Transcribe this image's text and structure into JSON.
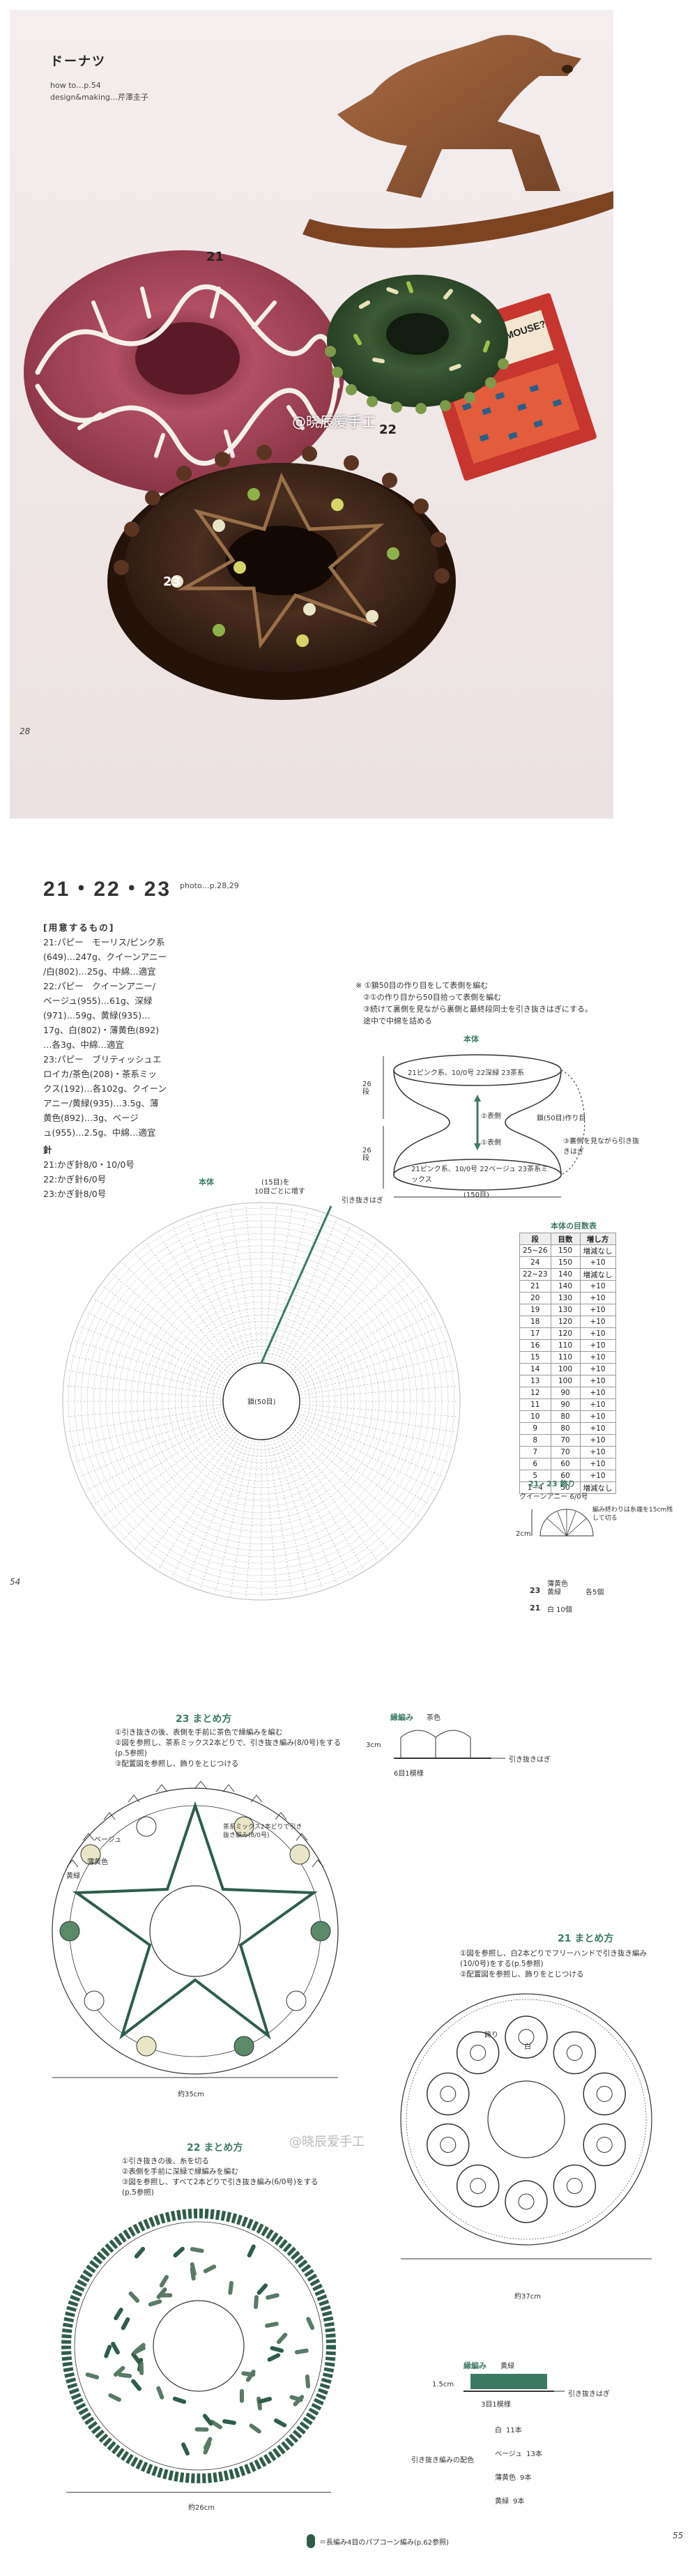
{
  "page1": {
    "title": "ドーナツ",
    "howto": "how to…p.54",
    "credit": "design&making…芹澤圭子",
    "labels": [
      "21",
      "22",
      "23"
    ],
    "watermark": "@晓辰爱手工",
    "page_number": "28",
    "book_title": "WHERE'S THE MOUSE?"
  },
  "page2": {
    "header": "21・22・23",
    "photo_ref": "photo…p.28,29",
    "materials_heading": "[用意するもの]",
    "materials": [
      "21:パピー　モーリス/ピンク系",
      "(649)…247g、クイーンアニー",
      "/白(802)…25g、中綿…適宜",
      "22:パピー　クイーンアニー/",
      "ベージュ(955)…61g、深緑",
      "(971)…59g、黄緑(935)…",
      "17g、白(802)・薄黄色(892)",
      "…各3g、中綿…適宜",
      "23:パピー　ブリティッシュエ",
      "ロイカ/茶色(208)・茶系ミッ",
      "クス(192)…各102g、クイーン",
      "アニー/黄緑(935)…3.5g、薄",
      "黄色(892)…3g、ベージ",
      "ュ(955)…2.5g、中綿…適宜"
    ],
    "needle_heading": "針",
    "needles": [
      "21:かぎ針8/0・10/0号",
      "22:かぎ針6/0号",
      "23:かぎ針8/0号"
    ],
    "notes": [
      "※ ①鎖50目の作り目をして表側を編む",
      "　②①の作り目から50目拾って表側を編む",
      "　③続けて裏側を見ながら裏側と最終段同士を引き抜きはぎにする。",
      "　途中で中綿を詰める"
    ],
    "body_label": "本体",
    "cross_section": {
      "top_label": "21ピンク系、10/0号 22深緑 23茶系",
      "bottom_label": "21ピンク系、10/0号 22ベージュ 23茶系ミックス",
      "side_top": "26段",
      "side_bottom": "26段",
      "outer": "(150目)",
      "front": "②表側",
      "back": "①表側",
      "chain": "鎖(50目)作り目",
      "join": "③裏側を見ながら引き抜きはぎ"
    },
    "chart_label": "本体",
    "chart_top_note_1": "(15目)を",
    "chart_top_note_2": "10目ごとに増す",
    "chart_join": "引き抜きはぎ",
    "chart_center": "鎖(50目)",
    "page_number": "54",
    "count_table": {
      "title": "本体の目数表",
      "headers": [
        "段",
        "目数",
        "増し方"
      ],
      "rows": [
        [
          "25~26",
          "150",
          "増減なし"
        ],
        [
          "24",
          "150",
          "+10"
        ],
        [
          "22~23",
          "140",
          "増減なし"
        ],
        [
          "21",
          "140",
          "+10"
        ],
        [
          "20",
          "130",
          "+10"
        ],
        [
          "19",
          "130",
          "+10"
        ],
        [
          "18",
          "120",
          "+10"
        ],
        [
          "17",
          "120",
          "+10"
        ],
        [
          "16",
          "110",
          "+10"
        ],
        [
          "15",
          "110",
          "+10"
        ],
        [
          "14",
          "100",
          "+10"
        ],
        [
          "13",
          "100",
          "+10"
        ],
        [
          "12",
          "90",
          "+10"
        ],
        [
          "11",
          "90",
          "+10"
        ],
        [
          "10",
          "80",
          "+10"
        ],
        [
          "9",
          "80",
          "+10"
        ],
        [
          "8",
          "70",
          "+10"
        ],
        [
          "7",
          "70",
          "+10"
        ],
        [
          "6",
          "60",
          "+10"
        ],
        [
          "5",
          "60",
          "+10"
        ],
        [
          "1~4",
          "50",
          "増減なし"
        ]
      ]
    },
    "deco": {
      "title": "21・23 飾り",
      "sub": "クイーンアニー 6/0号",
      "note": "編み終わりは糸端を15cm残して切る",
      "size": "2cm",
      "row23": "23",
      "row23_colors": "薄黄色 黄緑",
      "row23_count": "各5個",
      "row21": "21",
      "row21_text": "白 10個"
    }
  },
  "page3": {
    "title23": "23 まとめ方",
    "steps23": [
      "①引き抜きの後、表側を手前に茶色で縁編みを編む",
      "②図を参照し、茶系ミックス2本どりで、引き抜き編み(8/0号)をする",
      "(p.5参照)",
      "③配置図を参照し、飾りをとじつける"
    ],
    "edge_title": "縁編み",
    "edge_color": "茶色",
    "edge_height": "3cm",
    "edge_repeat": "6目1模様",
    "edge_join": "引き抜きはぎ",
    "labels23": [
      "ベージュ",
      "薄黄色",
      "黄緑",
      "茶系ミックス2本どりで引き抜き編み(8/0号)"
    ],
    "dim23": "約35cm",
    "title21": "21 まとめ方",
    "steps21": [
      "①図を参照し、白2本どりでフリーハンドで引き抜き編み",
      "(10/0号)をする(p.5参照)",
      "②配置図を参照し、飾りをとじつける"
    ],
    "labels21": [
      "飾り",
      "白"
    ],
    "dim21": "約37cm",
    "watermark": "@晓辰爱手工",
    "title22": "22 まとめ方",
    "steps22": [
      "①引き抜きの後、糸を切る",
      "②表側を手前に深緑で縁編みを編む",
      "③図を参照し、すべて2本どりで引き抜き編み(6/0号)をする",
      "(p.5参照)"
    ],
    "dim22": "約26cm",
    "legend22": "＝長編み4目のパプコーン編み(p.62参照)",
    "edge22_title": "縁編み",
    "edge22_color": "黄緑",
    "edge22_height": "1.5cm",
    "edge22_repeat": "3目1模様",
    "edge22_join": "引き抜きはぎ",
    "edge22_legend_title": "引き抜き編みの配色",
    "edge22_items": [
      [
        "白",
        "11本"
      ],
      [
        "ベージュ",
        "13本"
      ],
      [
        "薄黄色",
        "9本"
      ],
      [
        "黄緑",
        "9本"
      ]
    ],
    "page_number": "55"
  },
  "colors": {
    "pink_donut": "#a8455a",
    "green_donut": "#2f4a2c",
    "brown_donut": "#3a2418",
    "accent_teal": "#3d7a63",
    "dark_green": "#2f5d4a"
  }
}
